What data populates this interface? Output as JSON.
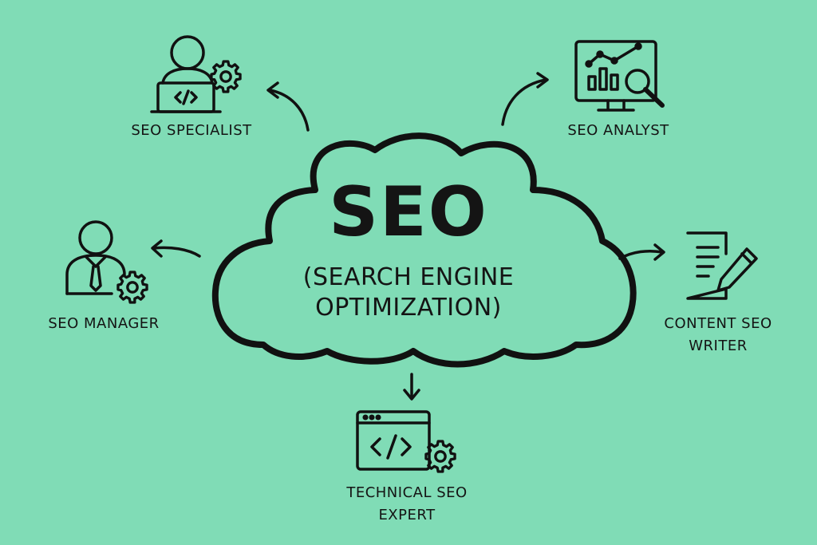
{
  "background_color": "#80dcb6",
  "ink_color": "#111111",
  "center": {
    "title": "SEO",
    "subtitle_line1": "(SEARCH ENGINE",
    "subtitle_line2": "OPTIMIZATION)"
  },
  "roles": {
    "seo_specialist": {
      "label": "SEO SPECIALIST",
      "icon": "developer-laptop-icon"
    },
    "seo_analyst": {
      "label": "SEO ANALYST",
      "icon": "analytics-monitor-icon"
    },
    "seo_manager": {
      "label": "SEO MANAGER",
      "icon": "manager-gear-icon"
    },
    "content_seo_writer": {
      "label_line1": "CONTENT SEO",
      "label_line2": "WRITER",
      "icon": "document-pen-icon"
    },
    "technical_seo_expert": {
      "label_line1": "TECHNICAL SEO",
      "label_line2": "EXPERT",
      "icon": "code-window-gear-icon"
    }
  }
}
